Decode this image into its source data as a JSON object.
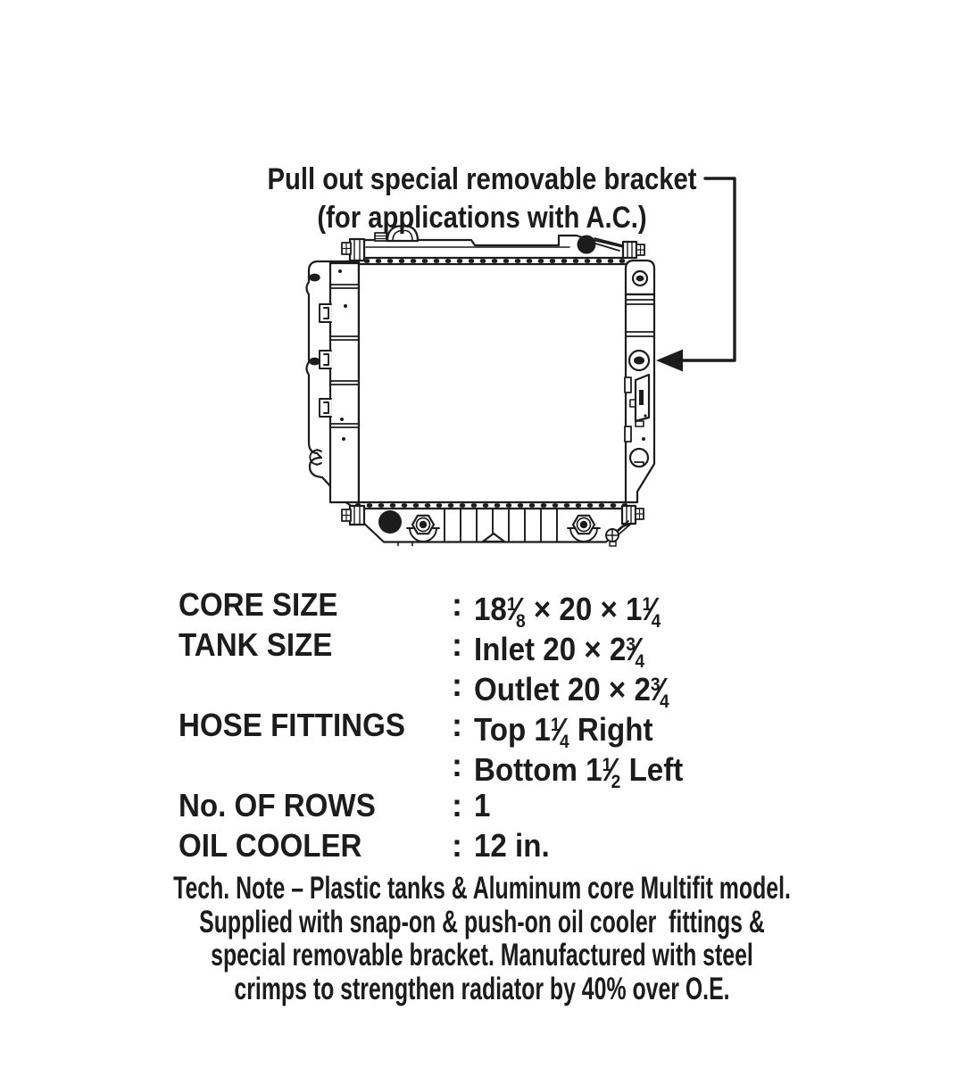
{
  "colors": {
    "ink": "#1c1c1c",
    "background": "#ffffff"
  },
  "annotation": {
    "line1": "Pull out special removable bracket",
    "line2": "(for applications with A.C.)"
  },
  "specs": {
    "colon": ":",
    "rows": [
      {
        "label": "CORE SIZE",
        "value": "18{1/8} × 20 × 1{1/4}"
      },
      {
        "label": "TANK SIZE",
        "value": "Inlet 20 × 2{3/4}"
      },
      {
        "label": "",
        "value": "Outlet 20 × 2{3/4}"
      },
      {
        "label": "HOSE FITTINGS",
        "value": "Top 1{1/4} Right"
      },
      {
        "label": "",
        "value": "Bottom 1{1/2} Left"
      },
      {
        "label": "No. OF ROWS",
        "value": "1"
      },
      {
        "label": "OIL COOLER",
        "value": "12 in."
      }
    ]
  },
  "tech_note": {
    "lines": [
      "Tech. Note – Plastic tanks & Aluminum core Multifit model.",
      "Supplied with snap-on & push-on oil cooler  fittings &",
      "special removable bracket. Manufactured with steel",
      "crimps to strengthen radiator by 40% over O.E."
    ]
  }
}
